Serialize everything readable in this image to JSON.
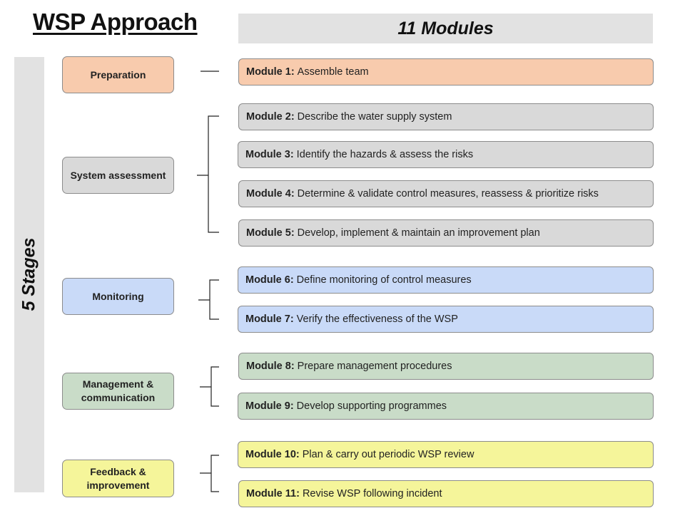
{
  "title": "WSP Approach",
  "modules_header": "11 Modules",
  "stages_label": "5 Stages",
  "colors": {
    "preparation": "#f8cbad",
    "system_assessment": "#d9d9d9",
    "monitoring": "#c9daf8",
    "management": "#c9dcc8",
    "feedback": "#f5f59a",
    "header_band": "#e2e2e2"
  },
  "stages": [
    {
      "label": "Preparation"
    },
    {
      "label": "System assessment"
    },
    {
      "label": "Monitoring"
    },
    {
      "label": "Management & communication"
    },
    {
      "label": "Feedback & improvement"
    }
  ],
  "modules": [
    {
      "num": "Module 1:",
      "text": "Assemble team"
    },
    {
      "num": "Module 2:",
      "text": "Describe the water supply system"
    },
    {
      "num": "Module 3:",
      "text": "Identify the hazards & assess the risks"
    },
    {
      "num": "Module 4:",
      "text": "Determine & validate control measures, reassess & prioritize risks"
    },
    {
      "num": "Module 5:",
      "text": "Develop, implement & maintain an improvement plan"
    },
    {
      "num": "Module 6:",
      "text": "Define monitoring of control measures"
    },
    {
      "num": "Module 7:",
      "text": "Verify the effectiveness of the WSP"
    },
    {
      "num": "Module 8:",
      "text": "Prepare management procedures"
    },
    {
      "num": "Module 9:",
      "text": "Develop supporting programmes"
    },
    {
      "num": "Module 10:",
      "text": "Plan & carry out periodic WSP review"
    },
    {
      "num": "Module 11:",
      "text": "Revise WSP following incident"
    }
  ]
}
